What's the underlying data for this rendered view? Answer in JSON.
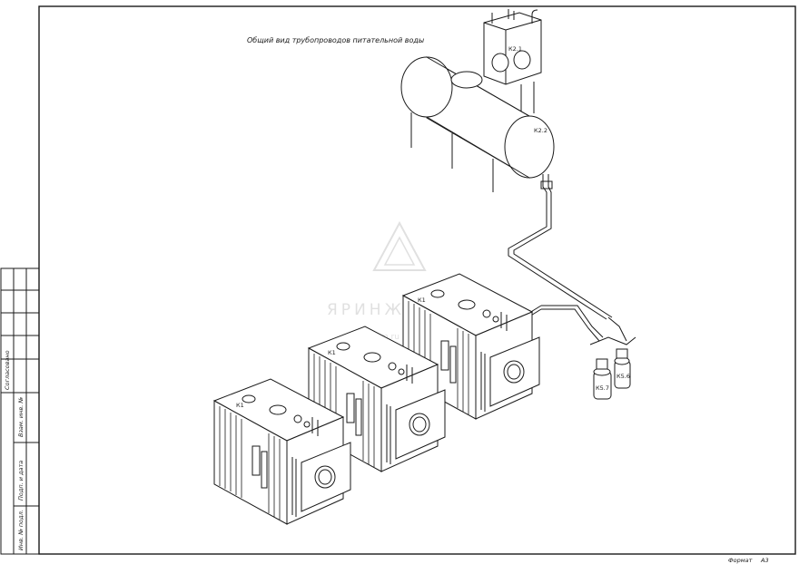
{
  "drawing": {
    "title": "Общий вид трубопроводов питательной воды",
    "format_label": "Формат",
    "format_value": "А3"
  },
  "side_stamp": {
    "agreed": "Согласовано",
    "replaced_inv": "Взам. инв. №",
    "sign_date": "Подп. и дата",
    "orig_inv": "Инв. № подл."
  },
  "labels": {
    "k21": "К2.1",
    "k22": "К2.2",
    "k1_a": "К1",
    "k1_b": "К1",
    "k1_c": "К1",
    "k56": "К5.6",
    "k57": "К5.7"
  },
  "watermark": {
    "brand": "ЯРИНЖКОМ",
    "url": "yaringcom.ru"
  },
  "colors": {
    "line": "#1a1a1a",
    "watermark": "#c8c8c8"
  }
}
